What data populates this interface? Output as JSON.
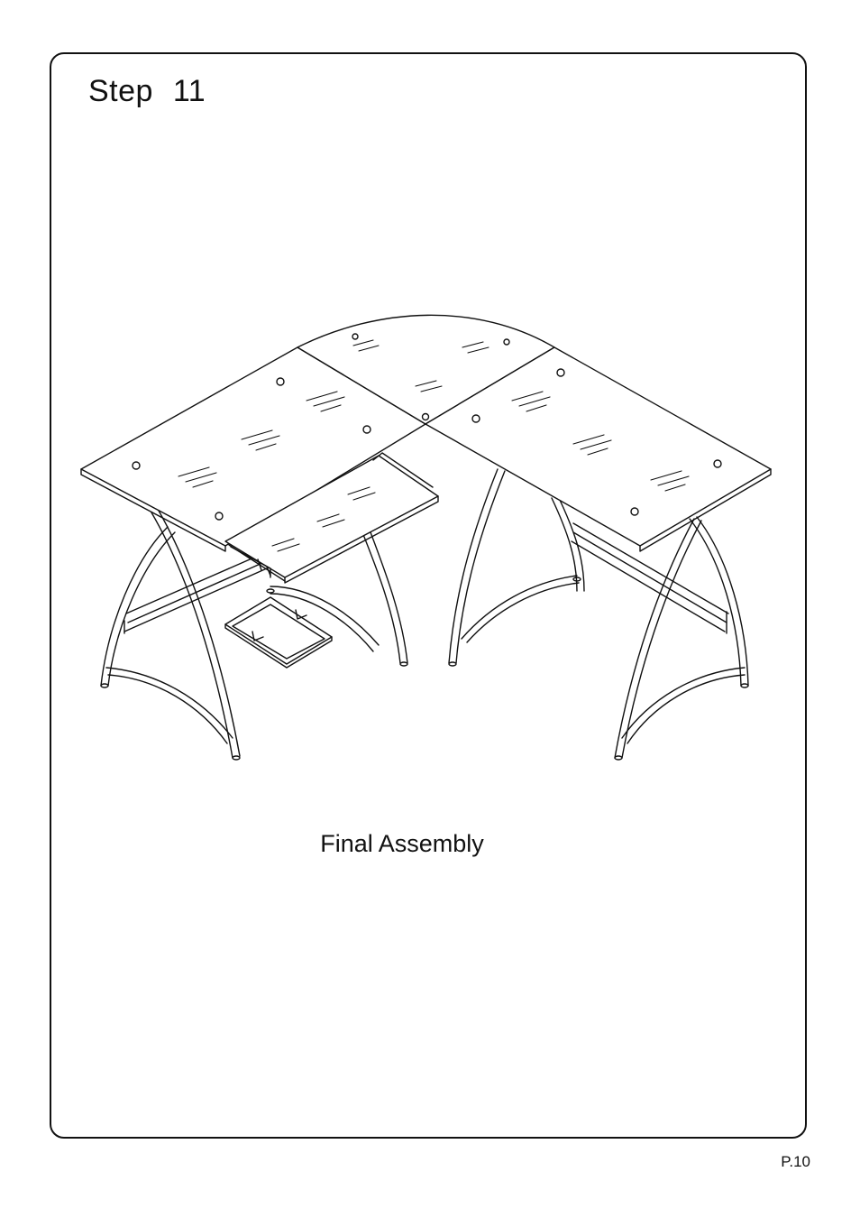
{
  "page": {
    "step_title": "Step  11",
    "caption": "Final Assembly",
    "page_number": "P.10"
  },
  "illustration": {
    "subject": "l-shaped-glass-desk-assembled",
    "line_color": "#111111",
    "background": "#ffffff"
  }
}
